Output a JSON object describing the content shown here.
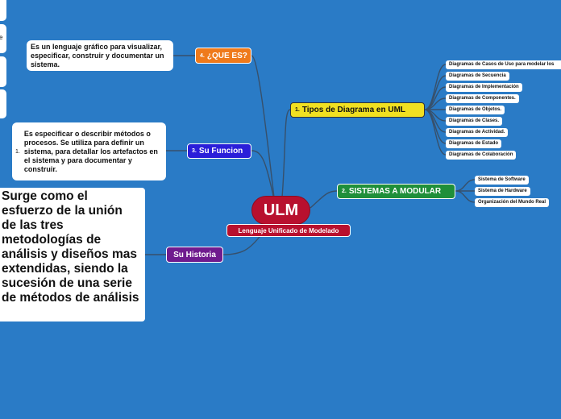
{
  "central": {
    "title": "ULM",
    "subtitle": "Lenguaje Unificado de Modelado"
  },
  "branches": {
    "que_es": {
      "number": "4.",
      "label": "¿QUE ES?",
      "color": "#ef7a1b",
      "text": "Es un lenguaje gráfico para visualizar, especificar, construir y documentar un sistema."
    },
    "funcion": {
      "number": "3.",
      "label": "Su Funcion",
      "color": "#2a1fd9",
      "text_number": "1.",
      "text": "Es especificar o  describir métodos o procesos. Se utiliza para definir un sistema, para detallar los artefactos en el sistema y para documentar y construir."
    },
    "historia": {
      "label": "Su Historia",
      "color": "#6f1b8e",
      "text": "Surge como el esfuerzo de la unión de las tres metodologías de análisis y diseños mas extendidas, siendo la sucesión de una serie de métodos de análisis"
    },
    "tipos": {
      "number": "1.",
      "label": "Tipos de Diagrama en UML",
      "color": "#f1e021",
      "items": [
        "Diagramas de Casos de Uso para modelar los",
        "Diagramas de Secuencia",
        "Diagramas de Implementación",
        "Diagramas de Componentes.",
        "Diagramas de Objetos.",
        "Diagramas de Clases.",
        "Diagramas de Actividad.",
        "Diagramas de Estado",
        "Diagramas de Colaboración"
      ]
    },
    "sistemas": {
      "number": "2.",
      "label": "SISTEMAS A MODULAR",
      "color": "#1f8f3a",
      "items": [
        "Sistema de Software",
        "Sistema de Hardware",
        "Organización del Mundo Real"
      ]
    }
  },
  "edge_fragment": {
    "text": "e"
  },
  "colors": {
    "background": "#2a7bc6",
    "central": "#b8102e",
    "link": "#36506b"
  }
}
